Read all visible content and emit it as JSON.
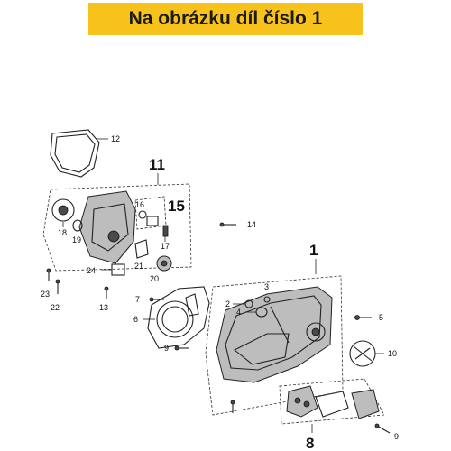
{
  "banner": {
    "text": "Na obrázku díl číslo 1",
    "color": "#f7c21c"
  },
  "callouts": {
    "c1": "1",
    "c2": "2",
    "c3": "3",
    "c4": "4",
    "c5": "5",
    "c6": "6",
    "c7": "7",
    "c8": "8",
    "c9a": "9",
    "c9b": "9",
    "c10": "10",
    "c11": "11",
    "c12": "12",
    "c13": "13",
    "c14": "14",
    "c15": "15",
    "c16": "16",
    "c17": "17",
    "c18": "18",
    "c19": "19",
    "c20": "20",
    "c21": "21",
    "c22": "22",
    "c23": "23",
    "c24": "24"
  }
}
